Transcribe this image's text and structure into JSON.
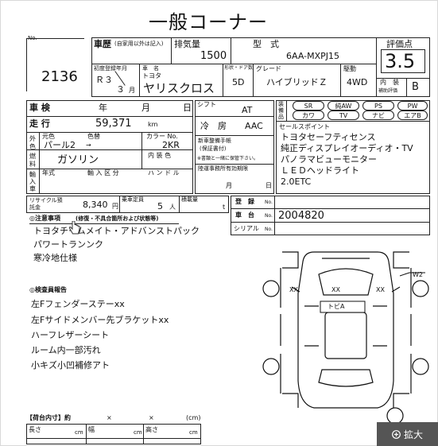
{
  "title": "一般コーナー",
  "lot": {
    "no_label": "No.",
    "number": "2136"
  },
  "header": {
    "history_label": "車歴",
    "history_note": "(自家用以外は記入)",
    "displacement_label": "排気量",
    "displacement": "1500",
    "model_label": "型　式",
    "model": "6AA-MXPJ15",
    "score_label": "評価点",
    "score": "3.5",
    "reg_label": "初度登録年月",
    "reg_era": "Ｒ３",
    "reg_month": "３",
    "reg_month_unit": "月",
    "name_label": "車　名",
    "maker": "トヨタ",
    "car_name": "ヤリスクロス",
    "doors_label": "形状・ドア数",
    "doors": "5D",
    "grade_label": "グレード",
    "grade": "ハイブリッドＺ",
    "drive_label": "駆動",
    "drive": "4WD",
    "interior_label": "内　装",
    "interior_sub": "補助評価",
    "interior": "B"
  },
  "specs": {
    "inspection_label": "車 検",
    "year_label": "年",
    "month_label": "月",
    "day_label": "日",
    "shift_label": "シフト",
    "shift": "AT",
    "mileage_label": "走 行",
    "mileage": "59,371",
    "mileage_unit": "km",
    "ac_label": "冷　房",
    "ac": "AAC",
    "exterior_label": "外色",
    "color_orig_label": "元色",
    "color_label": "色替",
    "color": "パール2",
    "color_arrow": "→",
    "color_no_label": "カラー No.",
    "color_no": "2KR",
    "fuel_label": "燃料",
    "fuel": "ガソリン",
    "interior_color_label": "内 装 色",
    "warranty_label": "新車整備手帳",
    "warranty_sub": "(保証書付)",
    "warranty_note": "※書類と一緒に保管下さい。",
    "import_label": "輸入車",
    "import_year_label": "年式",
    "import_class_label": "輸 入 区 分",
    "handle_label": "ハ ン ド ル",
    "reg_expiry_label": "陸運事務所有効期限",
    "reg_expiry_month": "月",
    "reg_expiry_day": "日"
  },
  "equipment": {
    "label": "装備品",
    "items": [
      "SR",
      "純AW",
      "PS",
      "PW",
      "カワ",
      "TV",
      "ナビ",
      "エアB"
    ]
  },
  "selling_points": {
    "label": "セールスポイント",
    "lines": [
      "トヨタセーフティセンス",
      "純正ディスプレイオーディオ・TV",
      "パノラマビューモニター",
      "ＬＥＤヘッドライト",
      "2.0ETC"
    ]
  },
  "recycle": {
    "label": "リサイクル預託金",
    "amount": "8,340",
    "unit": "円",
    "capacity_label": "乗車定員",
    "capacity": "5",
    "capacity_unit": "人",
    "load_label": "積載量",
    "load_unit": "t"
  },
  "registration": {
    "reg_label": "登　録",
    "reg_no_label": "No.",
    "chassis_label": "車　台",
    "chassis_no_label": "No.",
    "chassis": "2004820",
    "serial_label": "シリアル",
    "serial_no_label": "No."
  },
  "notes": {
    "label": "◎注意事項",
    "sub": "(修復・不具合箇所および状態等)",
    "lines": [
      "トヨタチームメイト・アドバンストパック",
      "パワートランンク",
      "寒冷地仕様"
    ]
  },
  "inspector": {
    "label": "◎検査員報告",
    "lines": [
      "左Fフェンダーステーxx",
      "左Fサイドメンバー先ブラケットxx",
      "ハーフレザーシート",
      "ルーム内一部汚れ",
      "小キズ小凹補修アト"
    ]
  },
  "diagram": {
    "marks": [
      "XX",
      "XX",
      "XX",
      "W2"
    ],
    "tag": "トビA"
  },
  "cargo": {
    "label": "【荷台内寸】約",
    "x1": "×",
    "x2": "×",
    "unit": "(cm)",
    "length_label": "長さ",
    "width_label": "幅",
    "height_label": "高さ",
    "cm": "cm"
  },
  "zoom": {
    "label": "拡大",
    "icon": "zoom-plus-icon"
  }
}
